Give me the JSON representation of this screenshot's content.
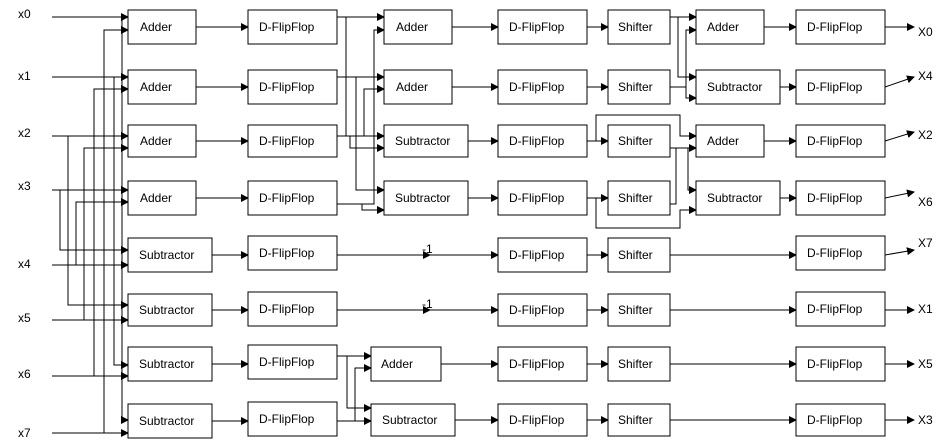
{
  "inputs": [
    "x0",
    "x1",
    "x2",
    "x3",
    "x4",
    "x5",
    "x6",
    "x7"
  ],
  "outputs": [
    "X0",
    "X4",
    "X2",
    "X6",
    "X7",
    "X1",
    "X5",
    "X3"
  ],
  "labels": {
    "adder": "Adder",
    "subtractor": "Subtractor",
    "dff": "D-FlipFlop",
    "shifter": "Shifter",
    "neg_one": "-1"
  }
}
